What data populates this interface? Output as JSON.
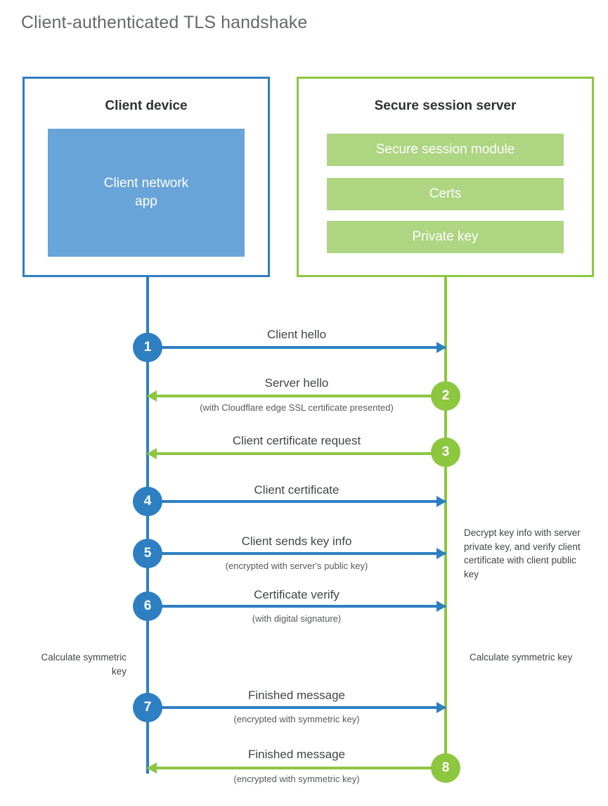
{
  "title": "Client-authenticated TLS handshake",
  "colors": {
    "client_blue": "#2e7fc1",
    "client_app_blue": "#69a4d8",
    "server_green": "#8dc63f",
    "server_bar_green": "#aed581",
    "title_gray": "#66696b",
    "label_gray": "#414548"
  },
  "client": {
    "title": "Client device",
    "app_label": "Client network\napp"
  },
  "server": {
    "title": "Secure session server",
    "bars": [
      {
        "label": "Secure session module"
      },
      {
        "label": "Certs"
      },
      {
        "label": "Private key"
      }
    ]
  },
  "steps": [
    {
      "number": "1",
      "actor": "client",
      "direction": "right",
      "label": "Client hello",
      "sublabel": ""
    },
    {
      "number": "2",
      "actor": "server",
      "direction": "left",
      "label": "Server hello",
      "sublabel": "(with Cloudflare edge SSL certificate presented)"
    },
    {
      "number": "3",
      "actor": "server",
      "direction": "left",
      "label": "Client certificate request",
      "sublabel": ""
    },
    {
      "number": "4",
      "actor": "client",
      "direction": "right",
      "label": "Client certificate",
      "sublabel": ""
    },
    {
      "number": "5",
      "actor": "client",
      "direction": "right",
      "label": "Client sends key info",
      "sublabel": "(encrypted with server's public key)"
    },
    {
      "number": "6",
      "actor": "client",
      "direction": "right",
      "label": "Certificate verify",
      "sublabel": "(with digital signature)"
    },
    {
      "number": "7",
      "actor": "client",
      "direction": "right",
      "label": "Finished message",
      "sublabel": "(encrypted with symmetric key)"
    },
    {
      "number": "8",
      "actor": "server",
      "direction": "left",
      "label": "Finished message",
      "sublabel": "(encrypted with symmetric key)"
    }
  ],
  "annotations": {
    "server_decrypt": "Decrypt key info with server private key, and verify client certificate with client public key",
    "client_calculate": "Calculate symmetric key",
    "server_calculate": "Calculate symmetric key"
  }
}
